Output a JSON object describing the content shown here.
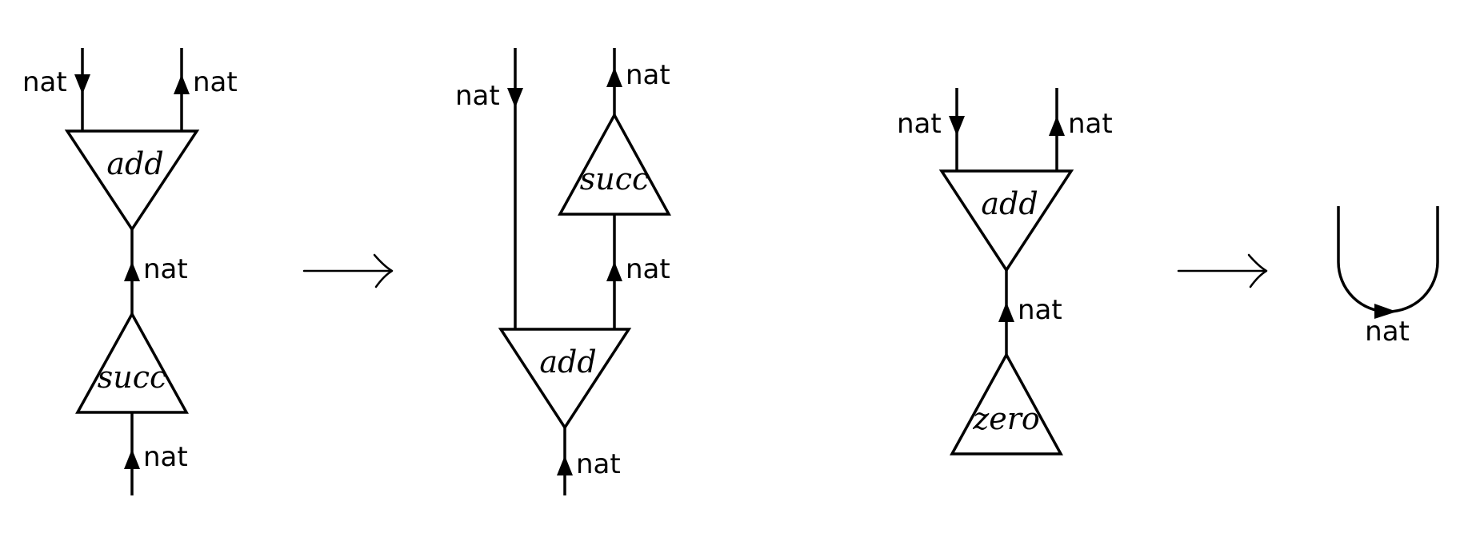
{
  "labels": {
    "type_name": "nat",
    "gate_add": "add",
    "gate_succ": "succ",
    "gate_zero": "zero"
  },
  "colors": {
    "ink": "#000000",
    "background": "#ffffff"
  }
}
